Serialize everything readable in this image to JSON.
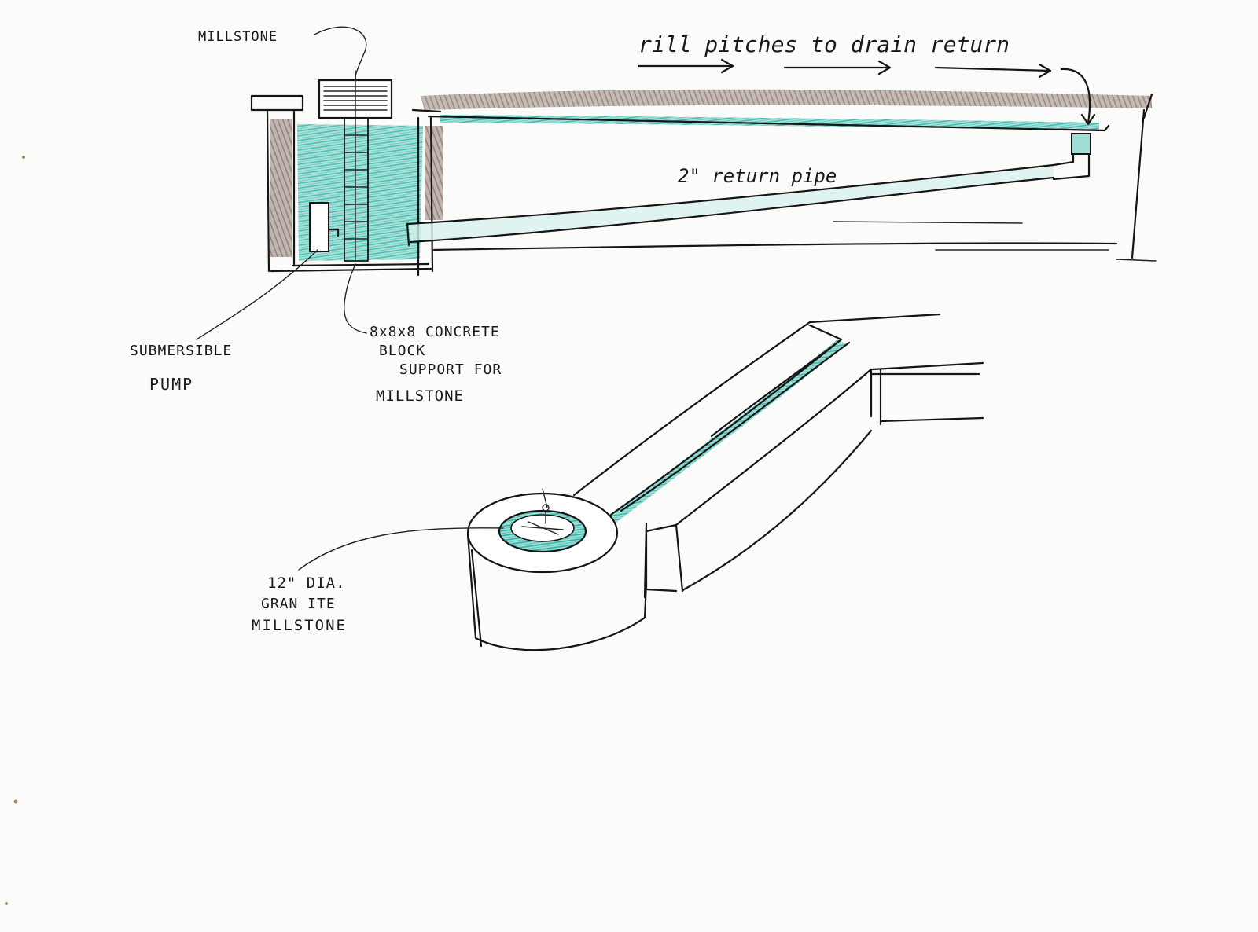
{
  "labels": {
    "millstone": "MILLSTONE",
    "rill_note": "rill pitches to drain return",
    "return_pipe": "2\" return pipe",
    "pump_line1": "SUBMERSIBLE",
    "pump_line2": "PUMP",
    "block_line1": "8x8x8 CONCRETE",
    "block_line2": "BLOCK",
    "block_line3": "SUPPORT FOR",
    "block_line4": "MILLSTONE",
    "granite_line1": "12\" DIA.",
    "granite_line2": "GRAN ITE",
    "granite_line3": "MILLSTONE"
  },
  "colors": {
    "paper": "#fbfbfa",
    "ink": "#151515",
    "water": "#38b7a9",
    "soil": "#8f7f75"
  }
}
